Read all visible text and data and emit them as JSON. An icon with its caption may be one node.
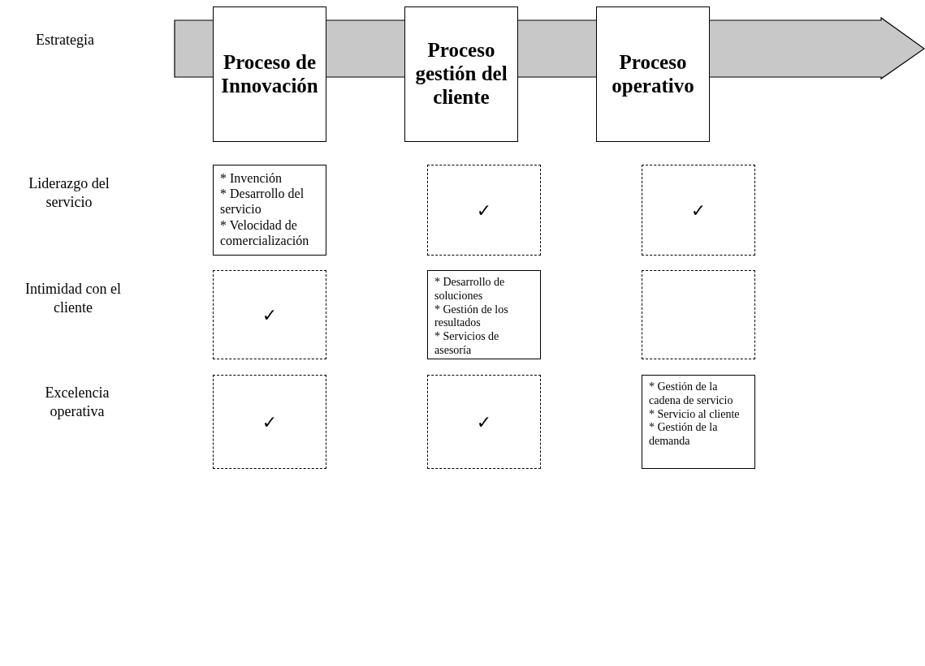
{
  "diagram": {
    "nodes": [
      {
        "text": [
          "Proceso de Innovación"
        ]
      },
      {
        "text": [
          "Proceso gestión del cliente"
        ]
      },
      {
        "text": [
          "Proceso operativo"
        ]
      },
      {
        "text": [
          "* Invención",
          "* Desarrollo del servicio",
          "* Velocidad de comercialización"
        ]
      },
      {
        "text": [
          "✓"
        ]
      },
      {
        "text": [
          "✓"
        ]
      },
      {
        "text": [
          "✓"
        ]
      },
      {
        "text": [
          "* Desarrollo de soluciones",
          "* Gestión de los resultados",
          "* Servicios de asesoría"
        ]
      },
      {
        "text": [],
        "shape": "box"
      },
      {
        "text": [
          "✓"
        ]
      },
      {
        "text": [
          "✓"
        ]
      },
      {
        "text": [
          "* Gestión de la cadena de servicio",
          "* Servicio al cliente",
          "* Gestión de la demanda"
        ]
      }
    ],
    "labels": [
      "Estrategia",
      "Liderazgo del servicio",
      "Intimidad con el cliente",
      "Excelencia operativa"
    ]
  }
}
